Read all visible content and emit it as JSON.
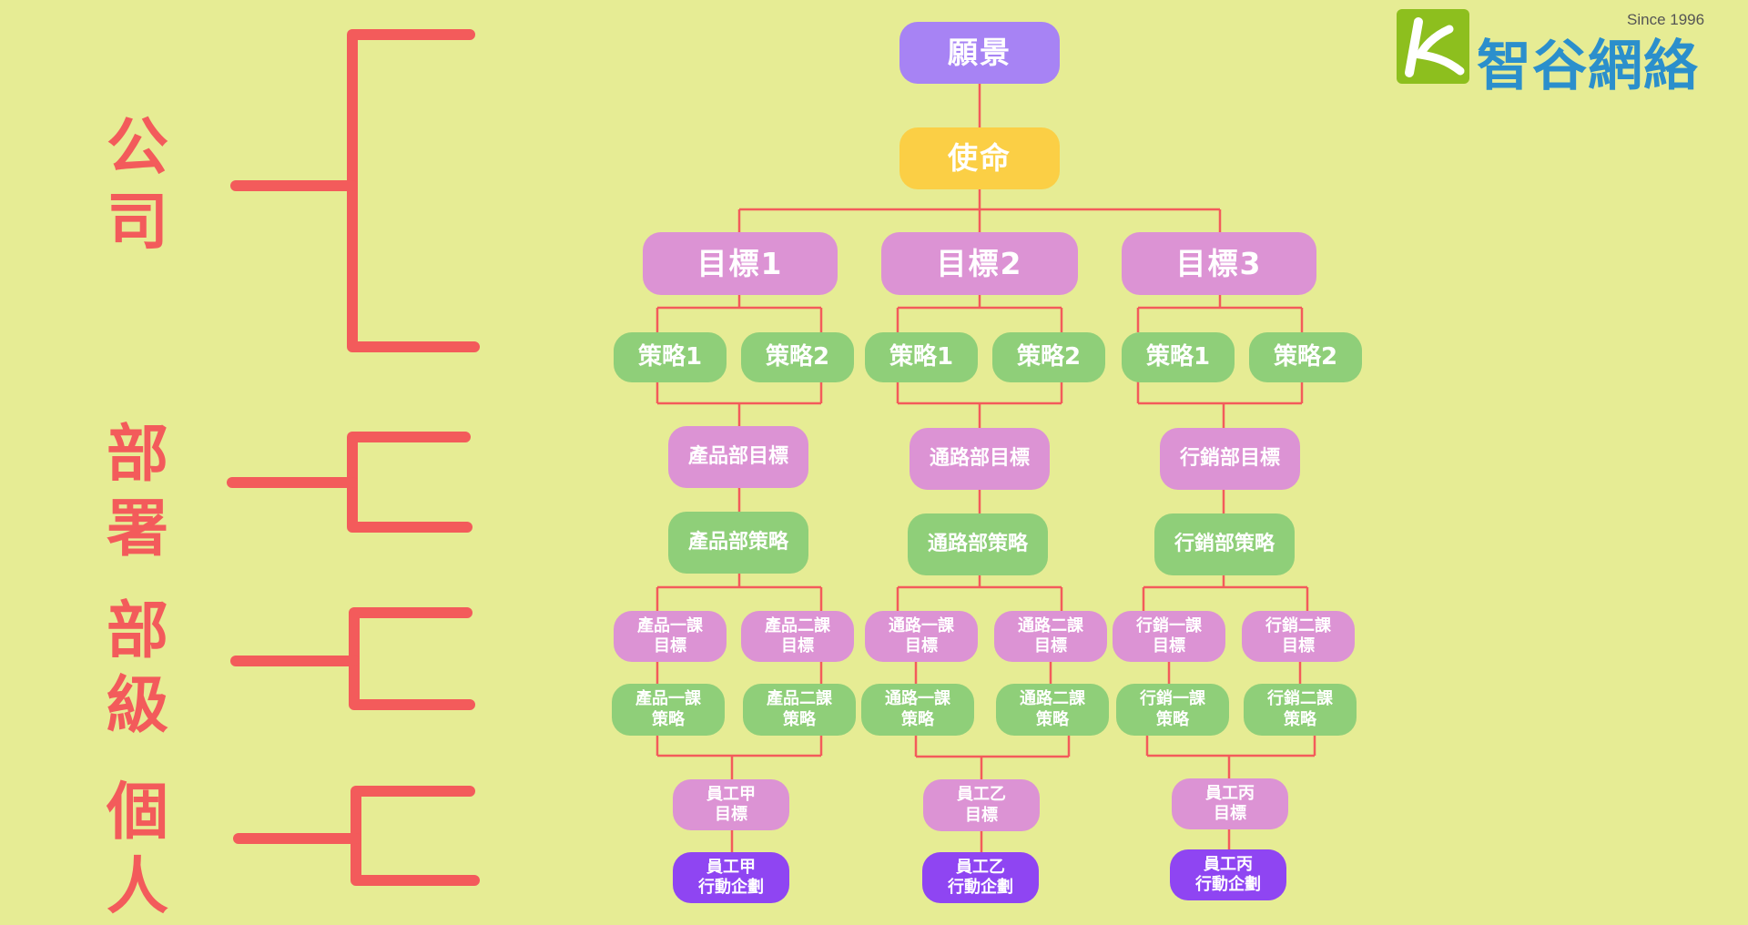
{
  "brand": {
    "since": "Since 1996",
    "name": "智谷網絡",
    "logo_icon": "brand-k-logo"
  },
  "colors": {
    "background": "#e6ec94",
    "connector": "#f35b5b",
    "vision": "#a783f4",
    "mission": "#fbcf45",
    "goal": "#dc93d4",
    "strategy": "#8fcf79",
    "action": "#8f45f2"
  },
  "tiers": {
    "company": [
      "公",
      "司"
    ],
    "department": [
      "部",
      "署"
    ],
    "section": [
      "部",
      "級"
    ],
    "individual": [
      "個",
      "人"
    ]
  },
  "vision": "願景",
  "mission": "使命",
  "goals": [
    "目標1",
    "目標2",
    "目標3"
  ],
  "strategies": [
    [
      "策略1",
      "策略2"
    ],
    [
      "策略1",
      "策略2"
    ],
    [
      "策略1",
      "策略2"
    ]
  ],
  "departments": [
    {
      "goal": "產品部目標",
      "strategy": "產品部策略",
      "sections": [
        {
          "goal": [
            "產品一課",
            "目標"
          ],
          "strategy": [
            "產品一課",
            "策略"
          ]
        },
        {
          "goal": [
            "產品二課",
            "目標"
          ],
          "strategy": [
            "產品二課",
            "策略"
          ]
        }
      ],
      "employee": {
        "goal": [
          "員工甲",
          "目標"
        ],
        "plan": [
          "員工甲",
          "行動企劃"
        ]
      }
    },
    {
      "goal": "通路部目標",
      "strategy": "通路部策略",
      "sections": [
        {
          "goal": [
            "通路一課",
            "目標"
          ],
          "strategy": [
            "通路一課",
            "策略"
          ]
        },
        {
          "goal": [
            "通路二課",
            "目標"
          ],
          "strategy": [
            "通路二課",
            "策略"
          ]
        }
      ],
      "employee": {
        "goal": [
          "員工乙",
          "目標"
        ],
        "plan": [
          "員工乙",
          "行動企劃"
        ]
      }
    },
    {
      "goal": "行銷部目標",
      "strategy": "行銷部策略",
      "sections": [
        {
          "goal": [
            "行銷一課",
            "目標"
          ],
          "strategy": [
            "行銷一課",
            "策略"
          ]
        },
        {
          "goal": [
            "行銷二課",
            "目標"
          ],
          "strategy": [
            "行銷二課",
            "策略"
          ]
        }
      ],
      "employee": {
        "goal": [
          "員工丙",
          "目標"
        ],
        "plan": [
          "員工丙",
          "行動企劃"
        ]
      }
    }
  ]
}
